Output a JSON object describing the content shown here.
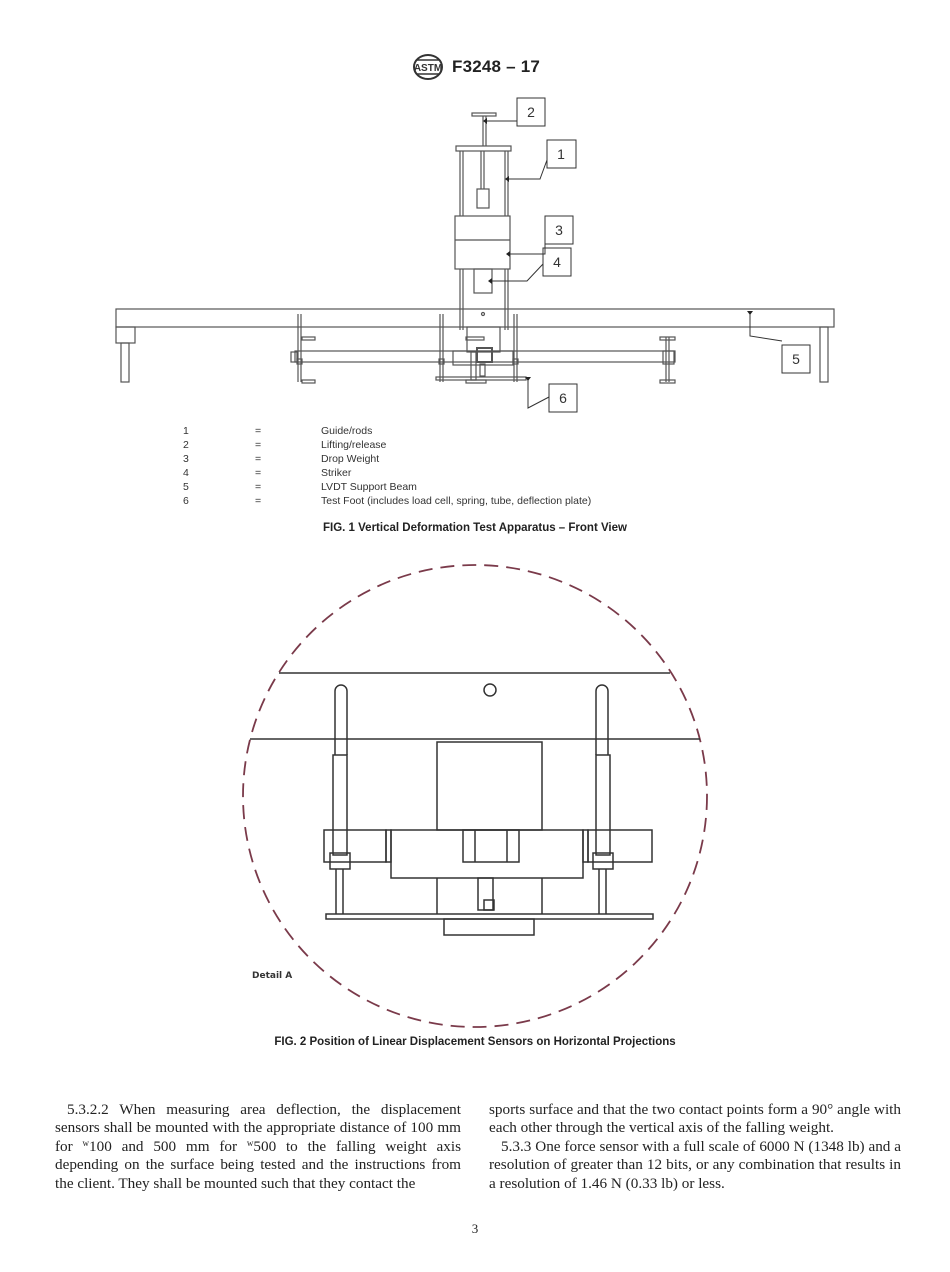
{
  "header": {
    "logo": "astm-logo-icon",
    "standard_id": "F3248 – 17"
  },
  "figure1": {
    "callouts": [
      "1",
      "2",
      "3",
      "4",
      "5",
      "6"
    ],
    "legend": [
      {
        "num": "1",
        "eq": "=",
        "label": "Guide/rods"
      },
      {
        "num": "2",
        "eq": "=",
        "label": "Lifting/release"
      },
      {
        "num": "3",
        "eq": "=",
        "label": "Drop Weight"
      },
      {
        "num": "4",
        "eq": "=",
        "label": "Striker"
      },
      {
        "num": "5",
        "eq": "=",
        "label": "LVDT Support Beam"
      },
      {
        "num": "6",
        "eq": "=",
        "label": "Test Foot (includes load cell, spring, tube, deflection plate)"
      }
    ],
    "caption": "FIG. 1 Vertical Deformation Test Apparatus – Front View"
  },
  "figure2": {
    "detail_label": "Detail A",
    "caption": "FIG. 2 Position of Linear Displacement Sensors on Horizontal Projections",
    "circle_color": "#7a3a4a"
  },
  "body": {
    "left": {
      "p1_a": "5.3.2.2 When measuring area deflection, the displacement sensors shall be mounted with the appropriate distance of 100 mm for ",
      "sup1": "w",
      "p1_b": "100 and 500 mm for ",
      "sup2": "w",
      "p1_c": "500 to the falling weight axis depending on the surface being tested and the instructions from the client. They shall be mounted such that they contact the"
    },
    "right": {
      "p1": "sports surface and that the two contact points form a 90° angle with each other through the vertical axis of the falling weight.",
      "p2": "5.3.3 One force sensor with a full scale of 6000 N (1348 lb) and a resolution of greater than 12 bits, or any combination that results in a resolution of 1.46 N (0.33 lb) or less."
    }
  },
  "footer": {
    "page_number": "3"
  }
}
